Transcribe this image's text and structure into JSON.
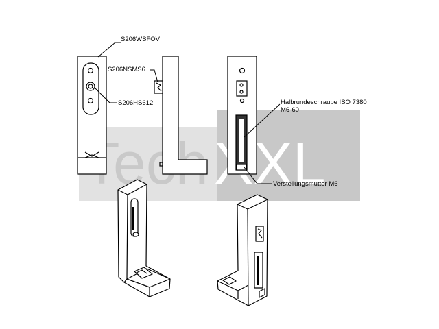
{
  "watermark": {
    "left": "Tech",
    "right": "XXL",
    "color": "#c8c8c8"
  },
  "labels": {
    "profile": "S206WSFOV",
    "nut": "S206NSMS6",
    "screw": "S206HS612",
    "bolt_line1": "Halbrundeschraube ISO 7380",
    "bolt_line2": "M6-60",
    "adjust_nut": "Verstellungsmutter M6"
  }
}
